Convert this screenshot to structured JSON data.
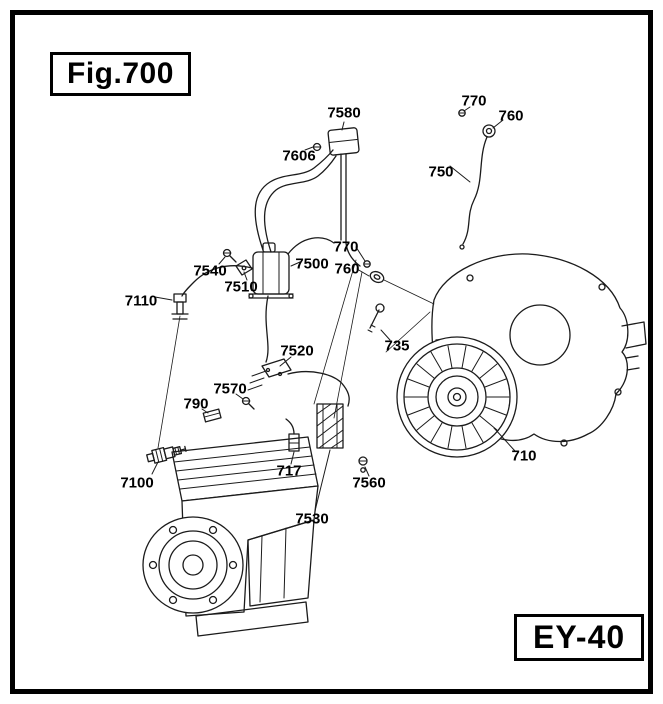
{
  "figure": {
    "label": "Fig.700"
  },
  "model": {
    "label": "EY-40"
  },
  "colors": {
    "ink": "#1b1b1b",
    "background": "#ffffff",
    "frame": "#000000"
  },
  "diagram": {
    "description": "Exploded ignition-system parts diagram: engine block with spark plug, ignition coil, stop-switch box, wiring, magneto components, flywheel and blower housing",
    "callouts": [
      {
        "part": "7580",
        "text": "7580"
      },
      {
        "part": "7606",
        "text": "7606"
      },
      {
        "part": "770-top",
        "text": "770"
      },
      {
        "part": "760-top",
        "text": "760"
      },
      {
        "part": "750",
        "text": "750"
      },
      {
        "part": "770-mid",
        "text": "770"
      },
      {
        "part": "760-mid",
        "text": "760"
      },
      {
        "part": "7540",
        "text": "7540"
      },
      {
        "part": "7510",
        "text": "7510"
      },
      {
        "part": "7500",
        "text": "7500"
      },
      {
        "part": "7110",
        "text": "7110"
      },
      {
        "part": "7520",
        "text": "7520"
      },
      {
        "part": "735",
        "text": "735"
      },
      {
        "part": "7570",
        "text": "7570"
      },
      {
        "part": "790",
        "text": "790"
      },
      {
        "part": "7100",
        "text": "7100"
      },
      {
        "part": "717",
        "text": "717"
      },
      {
        "part": "7560",
        "text": "7560"
      },
      {
        "part": "7530",
        "text": "7530"
      },
      {
        "part": "710",
        "text": "710"
      }
    ]
  }
}
